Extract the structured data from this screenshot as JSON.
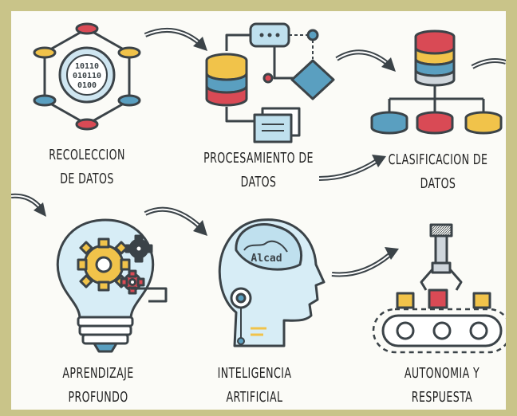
{
  "colors": {
    "frame": "#c9c489",
    "panel": "#fbfbf7",
    "outline": "#3b4348",
    "blue": "#5a9fc0",
    "light_blue": "#bfe0ee",
    "red": "#d94a55",
    "yellow": "#f1c34a",
    "gray_blue": "#cfd6dc"
  },
  "steps": [
    {
      "id": "recoleccion",
      "label": "RECOLECCION\nDE DATOS",
      "icon": "data-network-icon",
      "binary": [
        "10110",
        "010110",
        "0100"
      ]
    },
    {
      "id": "procesamiento",
      "label": "PROCESAMIENTO DE\nDATOS",
      "icon": "data-processing-flowchart-icon"
    },
    {
      "id": "clasificacion",
      "label": "CLASIFICACION DE\nDATOS",
      "icon": "database-hierarchy-icon"
    },
    {
      "id": "aprendizaje",
      "label": "APRENDIZAJE\nPROFUNDO",
      "icon": "lightbulb-gears-icon"
    },
    {
      "id": "inteligencia",
      "label": "INTELIGENCIA\nARTIFICIAL",
      "icon": "ai-head-icon",
      "brain_text": "Alcad"
    },
    {
      "id": "autonomia",
      "label": "AUTONOMIA Y\nRESPUESTA",
      "icon": "robot-arm-conveyor-icon"
    }
  ]
}
